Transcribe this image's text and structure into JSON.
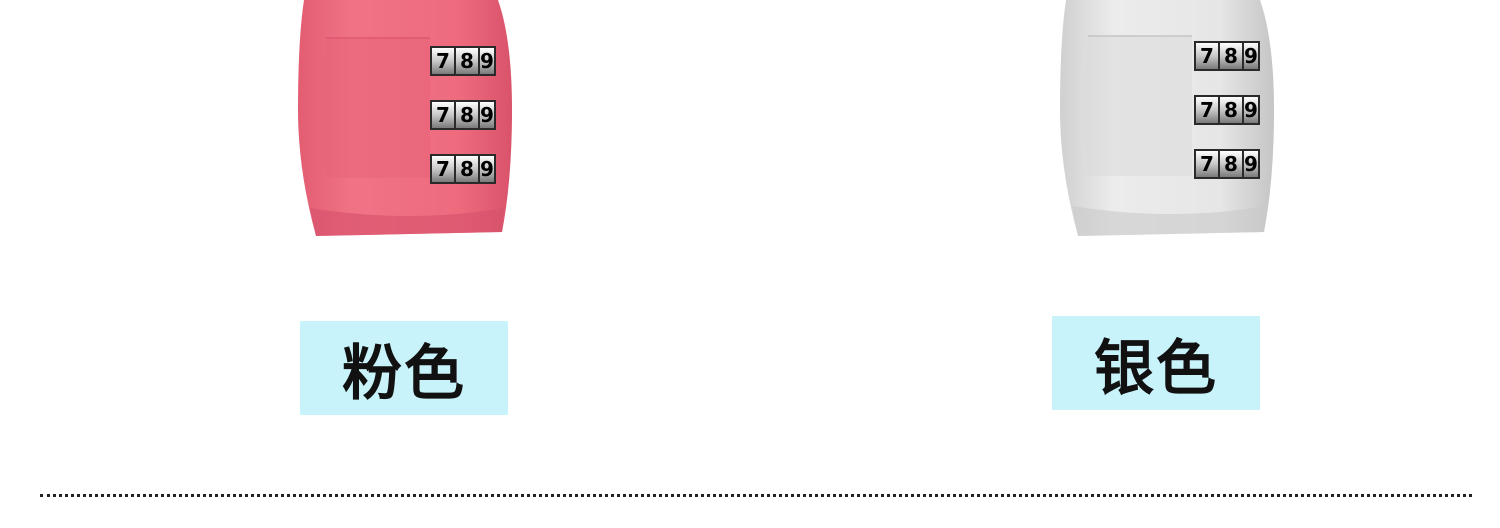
{
  "colors": {
    "pink_body": "#ef6b7e",
    "pink_shadow": "#d9536a",
    "silver_body": "#e4e4e4",
    "silver_shadow": "#c9c9c9",
    "label_bg": "#c9f3fb",
    "divider": "#222222"
  },
  "products": [
    {
      "label": "粉色",
      "dials": [
        [
          "7",
          "8",
          "9"
        ],
        [
          "7",
          "8",
          "9"
        ],
        [
          "7",
          "8",
          "9"
        ]
      ]
    },
    {
      "label": "银色",
      "dials": [
        [
          "7",
          "8",
          "9"
        ],
        [
          "7",
          "8",
          "9"
        ],
        [
          "7",
          "8",
          "9"
        ]
      ]
    }
  ]
}
